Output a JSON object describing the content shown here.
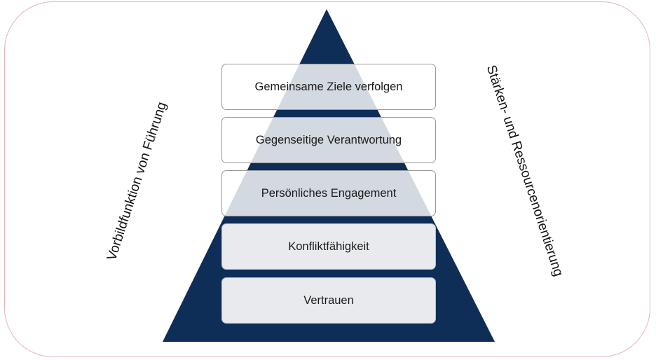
{
  "diagram": {
    "levels": [
      {
        "label": "Gemeinsame Ziele verfolgen"
      },
      {
        "label": "Gegenseitige Verantwortung"
      },
      {
        "label": "Persönliches Engagement"
      },
      {
        "label": "Konfliktfähigkeit"
      },
      {
        "label": "Vertrauen"
      }
    ],
    "left_label": "Vorbildfunktion von Führung",
    "right_label": "Stärken- und Ressourcenorientierung",
    "colors": {
      "pyramid": "#0e2d57",
      "frame_border": "#e3b6b9",
      "upper_box_fill": "#ffffff",
      "lower_box_fill": "#e9eaee"
    }
  }
}
